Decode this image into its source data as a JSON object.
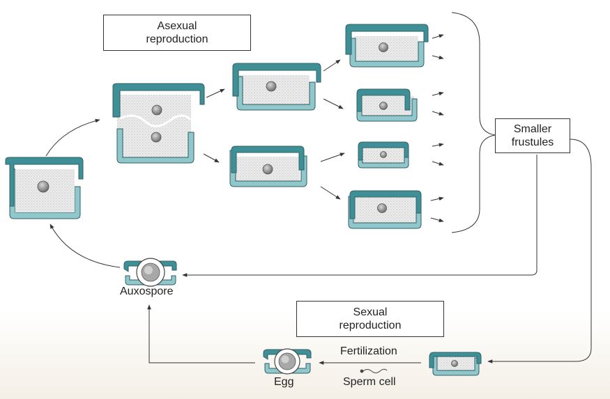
{
  "labels": {
    "asexual_line1": "Asexual",
    "asexual_line2": "reproduction",
    "sexual_line1": "Sexual",
    "sexual_line2": "reproduction",
    "smaller_line1": "Smaller",
    "smaller_line2": "frustules",
    "auxospore": "Auxospore",
    "egg": "Egg",
    "fertilization": "Fertilization",
    "sperm_cell": "Sperm cell"
  },
  "colors": {
    "epitheca": "#3f8f96",
    "hypotheca": "#8fc7ca",
    "cytoplasm": "#e6e6e6",
    "nucleus": "#9a9a9a",
    "arrow": "#333333"
  }
}
